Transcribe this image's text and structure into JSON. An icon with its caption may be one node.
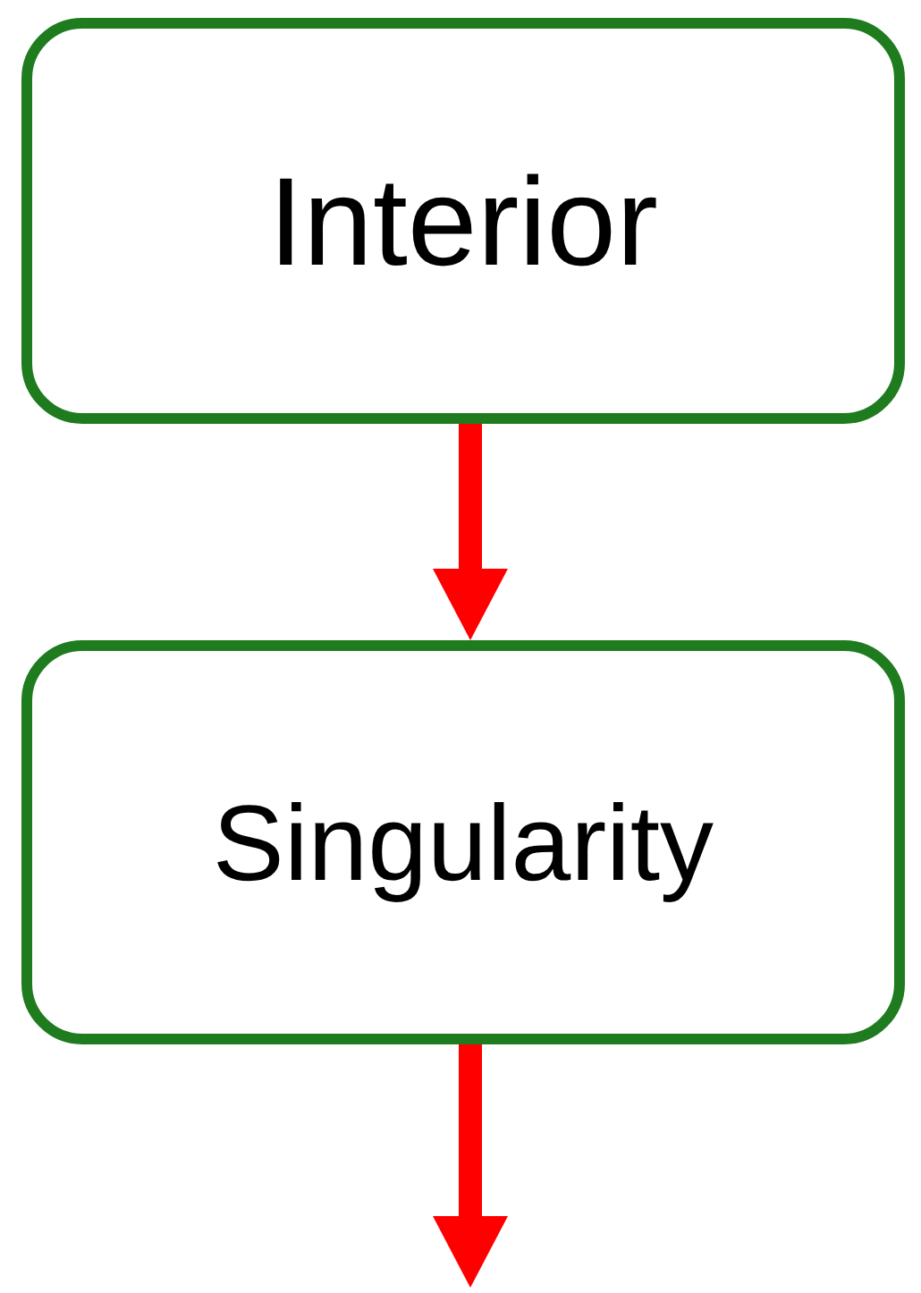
{
  "diagram": {
    "nodes": [
      {
        "text": [
          "Interior"
        ]
      },
      {
        "text": [
          "Singularity"
        ]
      }
    ],
    "edges": [
      {
        "from": 0,
        "to": 1,
        "arrow": "to"
      },
      {
        "from": 1,
        "to": null,
        "arrow": "to"
      }
    ]
  }
}
